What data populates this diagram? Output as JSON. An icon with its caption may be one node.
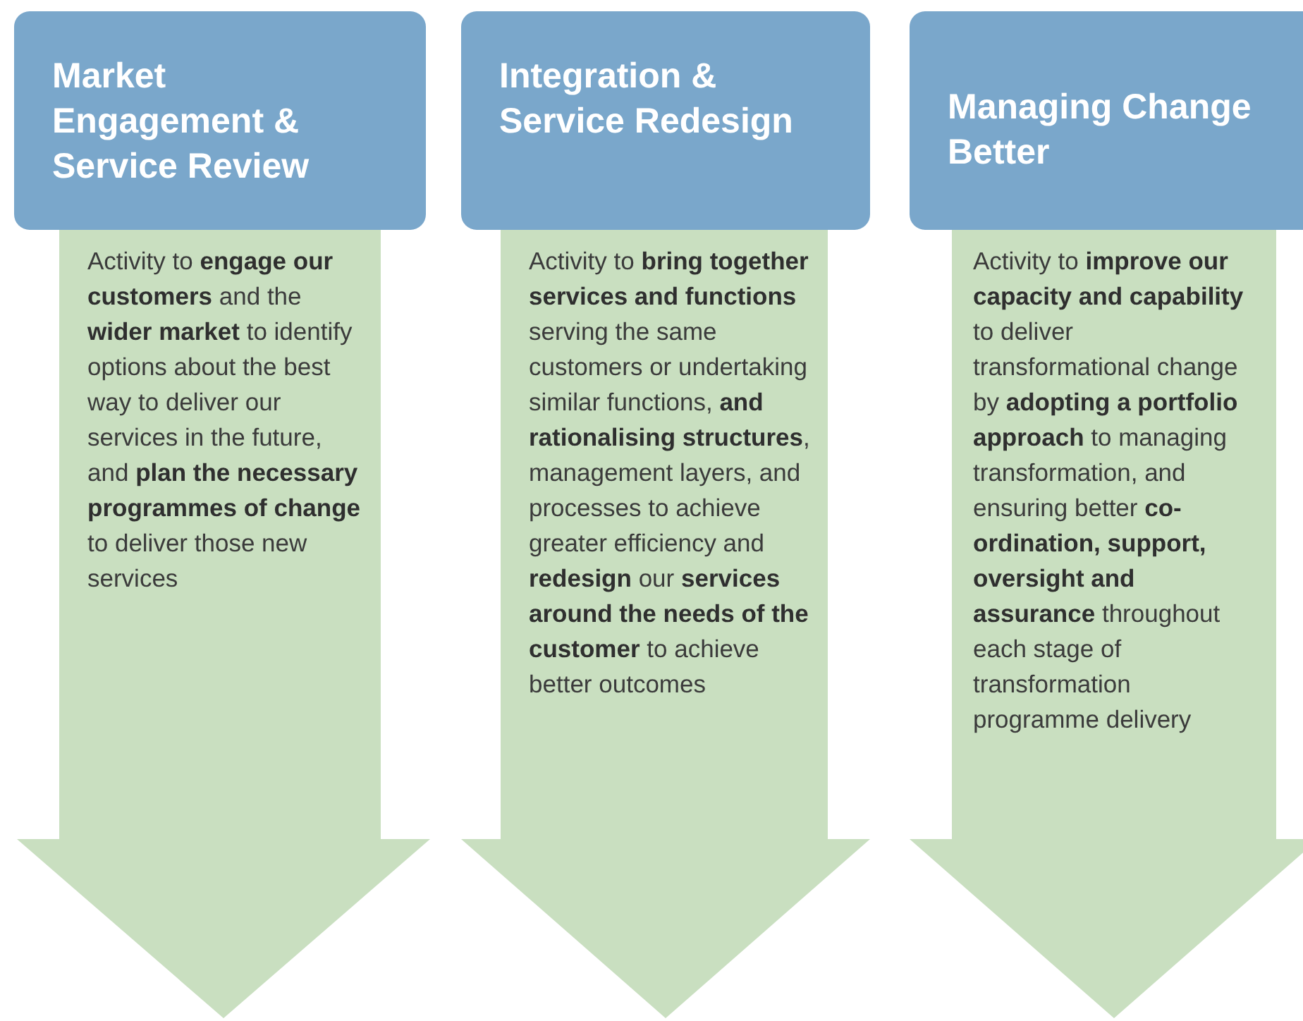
{
  "diagram": {
    "nodes": [
      {
        "text": [
          "Market Engagement & Service Review"
        ]
      },
      {
        "text": [
          "Activity to **engage our customers** and the **wider market** to identify options about the best way to deliver our services in the future, and **plan the necessary programmes of change** to deliver those new services"
        ]
      },
      {
        "text": [
          "Integration & Service Redesign"
        ]
      },
      {
        "text": [
          "Activity to **bring together services and functions** serving the same customers or undertaking similar functions, **and rationalising structures**, management layers, and processes to achieve greater efficiency and **redesign** our **services around the needs of the customer** to achieve better outcomes"
        ]
      },
      {
        "text": [
          "Managing Change Better"
        ]
      },
      {
        "text": [
          "Activity to **improve our capacity and capability** to deliver transformational change by **adopting a portfolio approach** to managing transformation, and ensuring better **co-ordination, support, oversight and assurance** throughout each stage of transformation programme delivery"
        ]
      }
    ],
    "edges": []
  }
}
